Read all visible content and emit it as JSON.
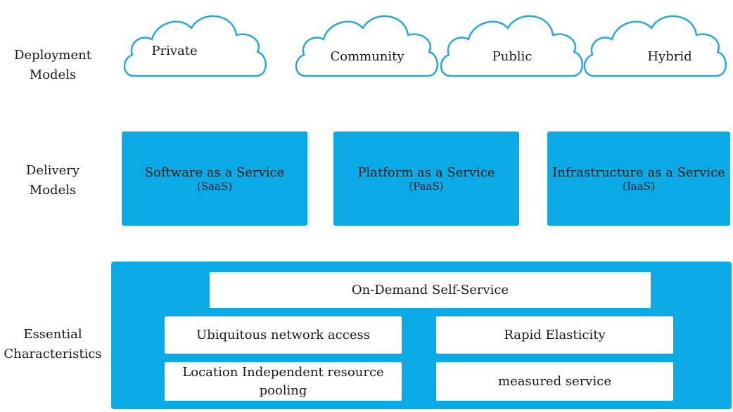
{
  "rows": {
    "deployment": [
      "Deployment",
      "Models"
    ],
    "delivery": [
      "Delivery",
      "Models"
    ],
    "essential": [
      "Essential",
      "Characteristics"
    ]
  },
  "deployment_models": [
    "Private",
    "Community",
    "Public",
    "Hybrid"
  ],
  "delivery_models": [
    {
      "name": "Software as a Service",
      "abbr": "(SaaS)"
    },
    {
      "name": "Platform as a Service",
      "abbr": "(PaaS)"
    },
    {
      "name": "Infrastructure as a Service",
      "abbr": "(IaaS)"
    }
  ],
  "characteristics": {
    "top": "On-Demand Self-Service",
    "items": [
      [
        "Ubiquitous network access"
      ],
      [
        "Rapid Elasticity"
      ],
      [
        "Location Independent resource",
        "pooling"
      ],
      [
        "measured service"
      ]
    ]
  },
  "colors": {
    "accent": "#0aaae6",
    "cloud_stroke": "#2aa8dc"
  }
}
